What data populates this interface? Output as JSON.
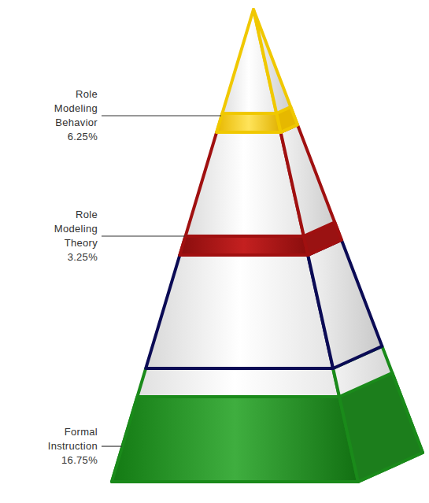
{
  "diagram": {
    "labels": [
      "Role Modeling Behavior 6.25%",
      "Role Modeling Theory 3.25%",
      "Formal Instruction 16.75%"
    ]
  }
}
